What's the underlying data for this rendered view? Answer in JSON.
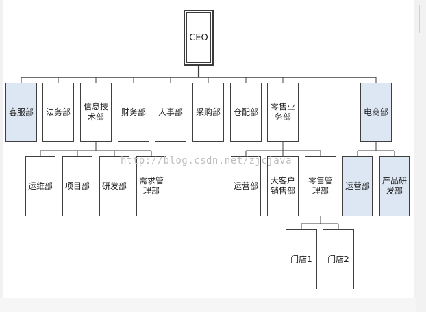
{
  "chart": {
    "nodes": [
      {
        "id": "ceo",
        "label": "CEO",
        "highlight": false
      },
      {
        "id": "customer-service",
        "label": "客服部",
        "highlight": true
      },
      {
        "id": "legal",
        "label": "法务部",
        "highlight": false
      },
      {
        "id": "it",
        "label": "信息技术部",
        "highlight": false
      },
      {
        "id": "finance",
        "label": "财务部",
        "highlight": false
      },
      {
        "id": "hr",
        "label": "人事部",
        "highlight": false
      },
      {
        "id": "procurement",
        "label": "采购部",
        "highlight": false
      },
      {
        "id": "warehouse",
        "label": "仓配部",
        "highlight": false
      },
      {
        "id": "retail",
        "label": "零售业务部",
        "highlight": false
      },
      {
        "id": "ecommerce",
        "label": "电商部",
        "highlight": true
      },
      {
        "id": "ops-maintenance",
        "label": "运维部",
        "highlight": false
      },
      {
        "id": "project",
        "label": "项目部",
        "highlight": false
      },
      {
        "id": "rnd",
        "label": "研发部",
        "highlight": false
      },
      {
        "id": "requirements",
        "label": "需求管理部",
        "highlight": false
      },
      {
        "id": "retail-operations",
        "label": "运营部",
        "highlight": false
      },
      {
        "id": "key-accounts",
        "label": "大客户销售部",
        "highlight": false
      },
      {
        "id": "retail-management",
        "label": "零售管理部",
        "highlight": false
      },
      {
        "id": "ecom-operations",
        "label": "运营部",
        "highlight": true
      },
      {
        "id": "product-dev",
        "label": "产品研发部",
        "highlight": true
      },
      {
        "id": "store-1",
        "label": "门店1",
        "highlight": false
      },
      {
        "id": "store-2",
        "label": "门店2",
        "highlight": false
      }
    ],
    "edges": [
      [
        "ceo",
        "customer-service"
      ],
      [
        "ceo",
        "legal"
      ],
      [
        "ceo",
        "it"
      ],
      [
        "ceo",
        "finance"
      ],
      [
        "ceo",
        "hr"
      ],
      [
        "ceo",
        "procurement"
      ],
      [
        "ceo",
        "warehouse"
      ],
      [
        "ceo",
        "retail"
      ],
      [
        "ceo",
        "ecommerce"
      ],
      [
        "it",
        "ops-maintenance"
      ],
      [
        "it",
        "project"
      ],
      [
        "it",
        "rnd"
      ],
      [
        "it",
        "requirements"
      ],
      [
        "retail",
        "retail-operations"
      ],
      [
        "retail",
        "key-accounts"
      ],
      [
        "retail",
        "retail-management"
      ],
      [
        "ecommerce",
        "ecom-operations"
      ],
      [
        "ecommerce",
        "product-dev"
      ],
      [
        "retail-management",
        "store-1"
      ],
      [
        "retail-management",
        "store-2"
      ]
    ]
  },
  "watermark": "http://blog.csdn.net/zjcjava",
  "colors": {
    "highlight_fill": "#dde7f3",
    "border": "#3f3f3f",
    "watermark": "#bdbdbd"
  }
}
